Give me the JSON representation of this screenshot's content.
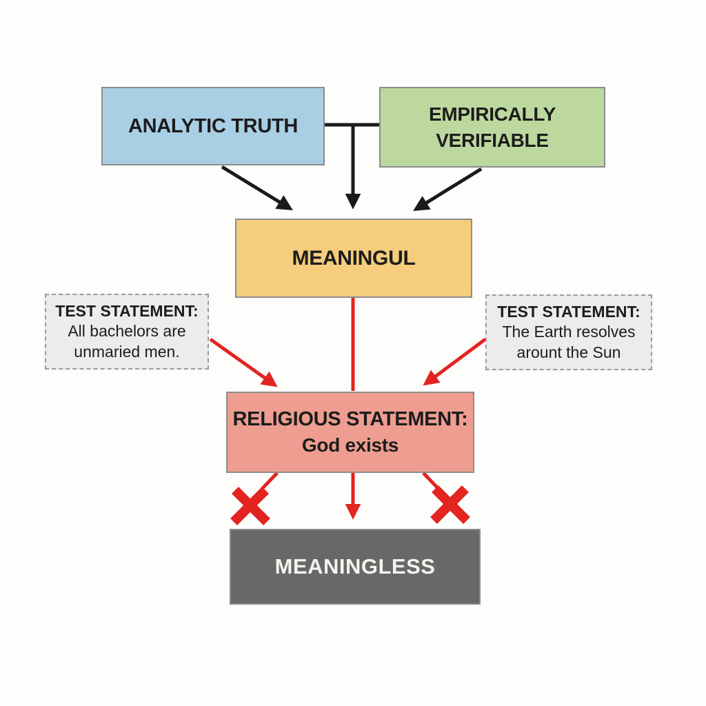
{
  "diagram": {
    "nodes": {
      "analytic": {
        "label": "ANALYTIC TRUTH"
      },
      "empirical": {
        "label": "EMPIRICALLY VERIFIABLE"
      },
      "meaningful": {
        "label": "MEANINGUL"
      },
      "test_left": {
        "title": "TEST STATEMENT:",
        "body": "All bachelors are unmaried men."
      },
      "test_right": {
        "title": "TEST STATEMENT:",
        "body": "The Earth resolves arount the Sun"
      },
      "religious": {
        "title": "RELIGIOUS STATEMENT:",
        "body": "God exists"
      },
      "meaningless": {
        "label": "MEANINGLESS"
      }
    },
    "colors": {
      "analytic_fill": "#a9cfe5",
      "empirical_fill": "#bdd89f",
      "meaningful_fill": "#f5cd7d",
      "religious_fill": "#ee9d90",
      "meaningless_fill": "#6a6767",
      "box_border": "#8c8c8c",
      "dashed_fill": "#ececec",
      "dashed_border": "#9a9a9a",
      "arrow_black": "#1a1a1a",
      "arrow_red": "#e32421",
      "text_dark": "#1c1c1c",
      "text_light": "#f5f3f0",
      "background": "#fdfdfc"
    }
  }
}
